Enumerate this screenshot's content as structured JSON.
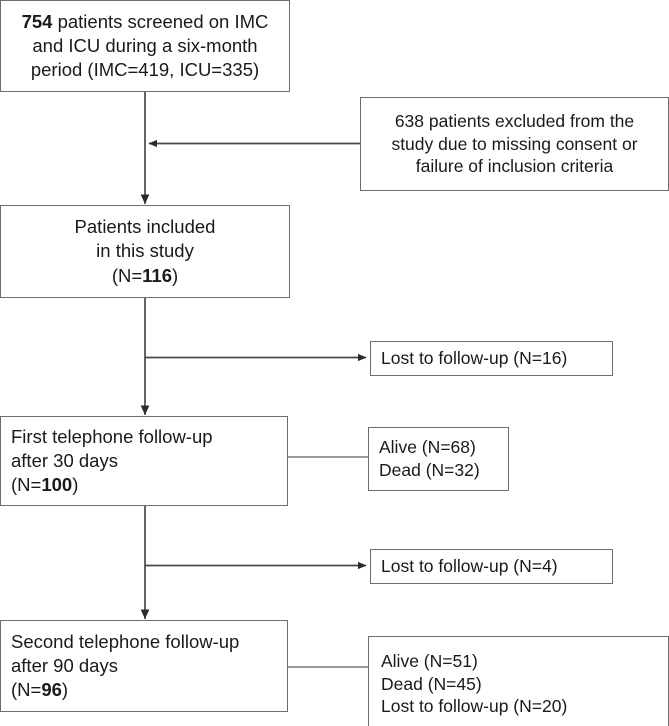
{
  "diagram": {
    "title": "Patient screening and follow-up flow diagram",
    "type": "flowchart",
    "stroke_color": "#6d6d6d",
    "text_color": "#1a1a1a",
    "background_color": "#ffffff"
  },
  "nodes": {
    "screened": {
      "name": "screened-box",
      "lines": [
        {
          "bold": "754",
          "rest": " patients screened on IMC"
        },
        {
          "bold": "",
          "rest": "and ICU during a six-month"
        },
        {
          "bold": "",
          "rest": "period (IMC=419, ICU=335)"
        }
      ],
      "total": 754,
      "imc": 419,
      "icu": 335
    },
    "excluded": {
      "name": "excluded-box",
      "lines": [
        "638 patients excluded from the",
        "study due to missing consent or",
        "failure of inclusion criteria"
      ],
      "count": 638
    },
    "included": {
      "name": "included-box",
      "lines": [
        {
          "bold": "",
          "rest": "Patients included"
        },
        {
          "bold": "",
          "rest": "in this study"
        },
        {
          "pre": "(N=",
          "bold": "116",
          "rest": ")"
        }
      ],
      "count": 116
    },
    "lost_30": {
      "name": "lost-to-followup-30-box",
      "text": "Lost to follow-up (N=16)",
      "count": 16
    },
    "first_followup": {
      "name": "first-telephone-followup-box",
      "lines": [
        {
          "bold": "",
          "rest": "First telephone follow-up"
        },
        {
          "bold": "",
          "rest": "after 30 days"
        },
        {
          "pre": "(N=",
          "bold": "100",
          "rest": ")"
        }
      ],
      "count": 100,
      "days": 30
    },
    "first_outcomes": {
      "name": "first-followup-outcomes-box",
      "lines": [
        "Alive (N=68)",
        "Dead (N=32)"
      ],
      "alive": 68,
      "dead": 32
    },
    "lost_90": {
      "name": "lost-to-followup-90-box",
      "text": "Lost to follow-up (N=4)",
      "count": 4
    },
    "second_followup": {
      "name": "second-telephone-followup-box",
      "lines": [
        {
          "bold": "",
          "rest": "Second telephone follow-up"
        },
        {
          "bold": "",
          "rest": "after 90 days"
        },
        {
          "pre": "(N=",
          "bold": "96",
          "rest": ")"
        }
      ],
      "count": 96,
      "days": 90
    },
    "second_outcomes": {
      "name": "second-followup-outcomes-box",
      "lines": [
        "Alive (N=51)",
        "Dead (N=45)",
        "Lost to follow-up (N=20)"
      ],
      "alive": 51,
      "dead": 45,
      "lost": 20
    }
  },
  "text": {
    "screened_l1_bold": "754",
    "screened_l1_rest": " patients screened on IMC",
    "screened_l2": "and ICU during a six-month",
    "screened_l3": "period (IMC=419, ICU=335)",
    "excluded_l1": "638 patients excluded from the",
    "excluded_l2": "study due to missing consent or",
    "excluded_l3": "failure of inclusion criteria",
    "included_l1": "Patients included",
    "included_l2": "in this study",
    "included_l3_pre": "(N=",
    "included_l3_bold": "116",
    "included_l3_post": ")",
    "lost30": "Lost to follow-up (N=16)",
    "first_l1": "First telephone follow-up",
    "first_l2": "after 30 days",
    "first_l3_pre": "(N=",
    "first_l3_bold": "100",
    "first_l3_post": ")",
    "first_alive": "Alive (N=68)",
    "first_dead": "Dead (N=32)",
    "lost90": "Lost to follow-up (N=4)",
    "second_l1": "Second telephone follow-up",
    "second_l2": "after 90 days",
    "second_l3_pre": "(N=",
    "second_l3_bold": "96",
    "second_l3_post": ")",
    "second_alive": "Alive (N=51)",
    "second_dead": "Dead (N=45)",
    "second_lost": "Lost to follow-up (N=20)"
  }
}
